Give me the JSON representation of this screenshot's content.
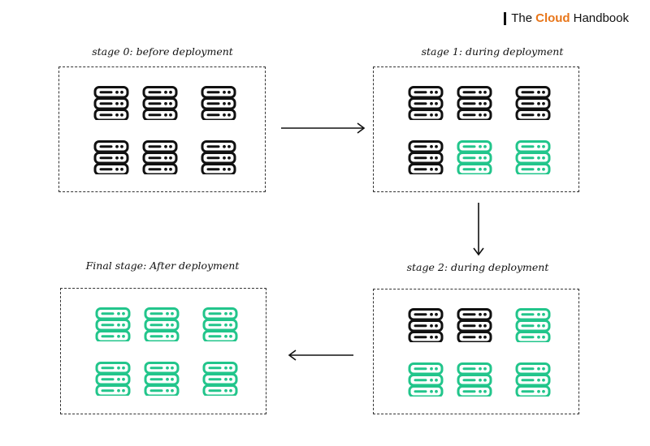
{
  "brand": {
    "prefix": "The",
    "accent": "Cloud",
    "suffix": "Handbook",
    "accent_color": "#e8761a"
  },
  "colors": {
    "old_server": "#111111",
    "new_server": "#22c58b"
  },
  "stages": [
    {
      "id": "stage-0",
      "title": "stage 0: before deployment",
      "servers": [
        "old",
        "old",
        "old",
        "old",
        "old",
        "old"
      ]
    },
    {
      "id": "stage-1",
      "title": "stage 1: during deployment",
      "servers": [
        "old",
        "old",
        "old",
        "old",
        "new",
        "new"
      ]
    },
    {
      "id": "stage-2",
      "title": "stage 2: during deployment",
      "servers": [
        "old",
        "old",
        "new",
        "new",
        "new",
        "new"
      ]
    },
    {
      "id": "final-stage",
      "title": "Final stage: After deployment",
      "servers": [
        "new",
        "new",
        "new",
        "new",
        "new",
        "new"
      ]
    }
  ],
  "server_icon": "server-rack-icon",
  "arrows": [
    {
      "from": "stage-0",
      "to": "stage-1",
      "direction": "right"
    },
    {
      "from": "stage-1",
      "to": "stage-2",
      "direction": "down"
    },
    {
      "from": "stage-2",
      "to": "final-stage",
      "direction": "left"
    }
  ]
}
